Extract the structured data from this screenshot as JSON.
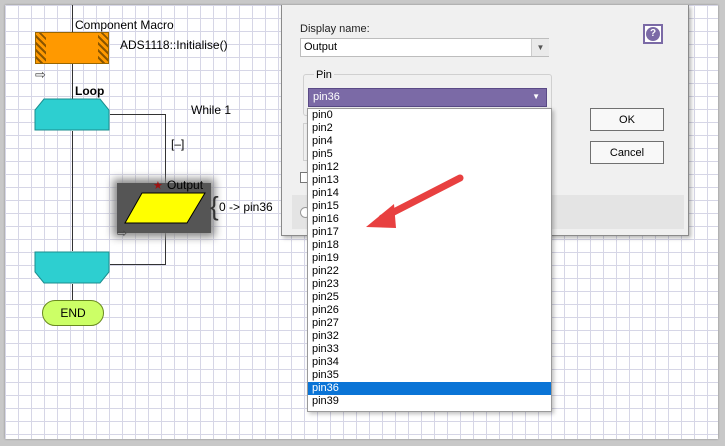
{
  "flowchart": {
    "component_macro_label": "Component Macro",
    "macro_call": "ADS1118::Initialise()",
    "loop_label": "Loop",
    "while_label": "While 1",
    "collapse_label": "[–]",
    "output_label": "Output",
    "output_expr": "0 -> pin36",
    "end_label": "END"
  },
  "dialog": {
    "display_name_label": "Display name:",
    "display_name_value": "Output",
    "pin_group_label": "Pin",
    "pin_selected": "pin36",
    "ok_label": "OK",
    "cancel_label": "Cancel",
    "help_icon": "?"
  },
  "pin_options": [
    "pin0",
    "pin2",
    "pin4",
    "pin5",
    "pin12",
    "pin13",
    "pin14",
    "pin15",
    "pin16",
    "pin17",
    "pin18",
    "pin19",
    "pin22",
    "pin23",
    "pin25",
    "pin26",
    "pin27",
    "pin32",
    "pin33",
    "pin34",
    "pin35",
    "pin36",
    "pin39"
  ],
  "colors": {
    "macro_fill": "#ff9900",
    "loop_fill": "#2dcfd0",
    "output_fill": "#ffff00",
    "end_fill": "#ccff66",
    "pin_combo_fill": "#7b6aa6",
    "selected_option": "#0a74d6",
    "arrow": "#e84040"
  }
}
